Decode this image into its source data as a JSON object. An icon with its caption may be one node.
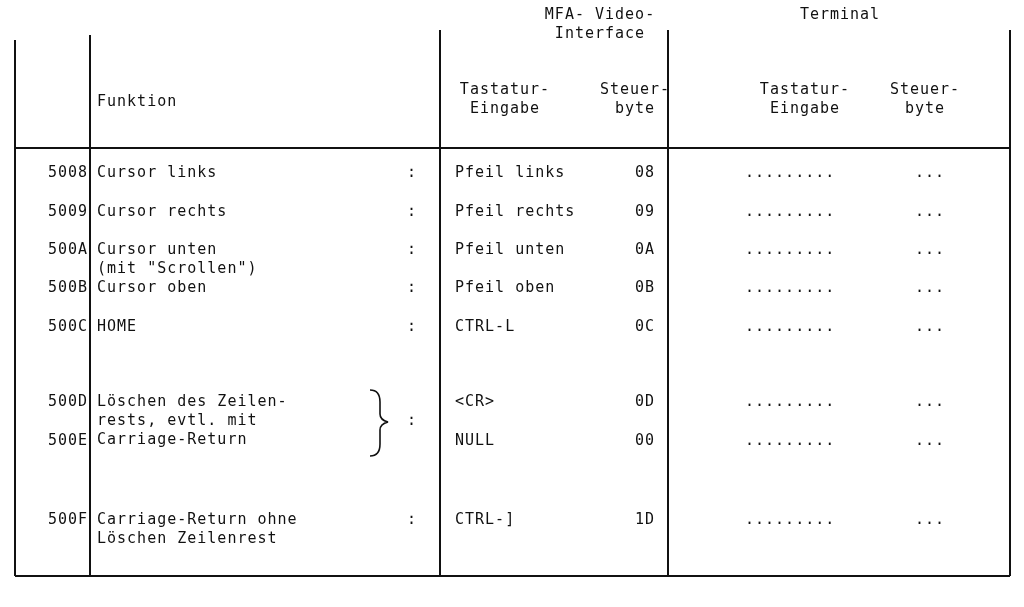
{
  "diagram": {
    "labels": [
      "MFA- Video-Interface",
      "Terminal",
      "Funktion",
      "Tastatur- Eingabe",
      "Steuer- byte",
      "Tastatur- Eingabe",
      "Steuer- byte",
      "5008",
      "Cursor links",
      ":",
      "Pfeil links",
      "08",
      ".........",
      "...",
      "5009",
      "Cursor rechts",
      ":",
      "Pfeil rechts",
      "09",
      ".........",
      "...",
      "500A",
      "Cursor unten (mit \"Scrollen\")",
      ":",
      "Pfeil unten",
      "0A",
      ".........",
      "...",
      "500B",
      "Cursor oben",
      ":",
      "Pfeil oben",
      "0B",
      ".........",
      "...",
      "500C",
      "HOME",
      ":",
      "CTRL-L",
      "0C",
      ".........",
      "...",
      "500D",
      "Löschen des Zeilen- rests, evtl. mit Carriage-Return",
      ":",
      "<CR>",
      "0D",
      ".........",
      "...",
      "500E",
      "NULL",
      "00",
      ".........",
      "...",
      "500F",
      "Carriage-Return ohne Löschen Zeilenrest",
      ":",
      "CTRL-]",
      "1D",
      ".........",
      "..."
    ]
  }
}
